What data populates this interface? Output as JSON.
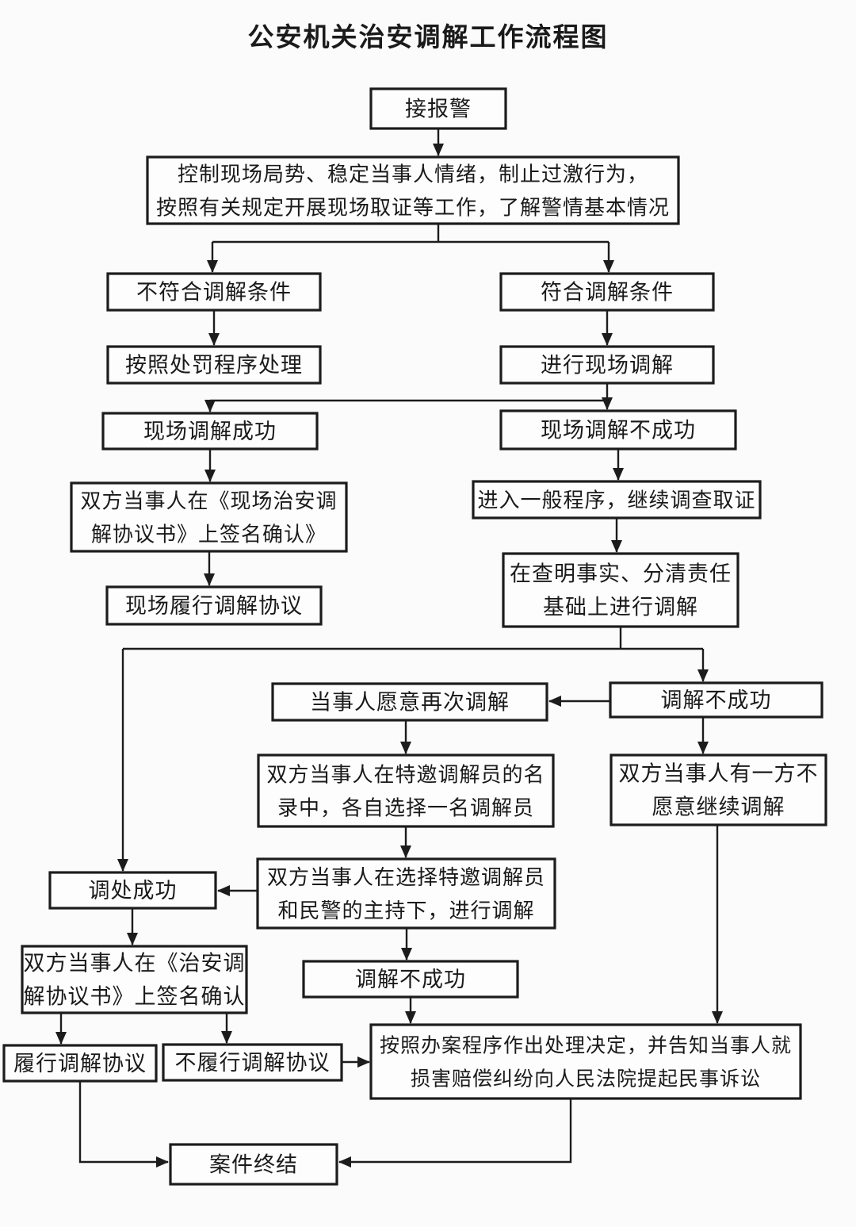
{
  "page": {
    "title": "公安机关治安调解工作流程图"
  },
  "colors": {
    "background": "#fbfbfb",
    "box_fill": "#fdfdfd",
    "box_border": "#1c1c1c",
    "line": "#1c1c1c",
    "text": "#1a1a1a"
  },
  "flowchart": {
    "nodes": [
      {
        "id": "receive-alarm",
        "lines": [
          "接报警"
        ]
      },
      {
        "id": "control-scene",
        "lines": [
          "控制现场局势、稳定当事人情绪，制止过激行为，",
          "按照有关规定开展现场取证等工作，了解警情基本情况"
        ]
      },
      {
        "id": "not-qualified",
        "lines": [
          "不符合调解条件"
        ]
      },
      {
        "id": "qualified",
        "lines": [
          "符合调解条件"
        ]
      },
      {
        "id": "punishment-procedure",
        "lines": [
          "按照处罚程序处理"
        ]
      },
      {
        "id": "onsite-mediation",
        "lines": [
          "进行现场调解"
        ]
      },
      {
        "id": "onsite-success",
        "lines": [
          "现场调解成功"
        ]
      },
      {
        "id": "onsite-fail",
        "lines": [
          "现场调解不成功"
        ]
      },
      {
        "id": "sign-onsite-agreement",
        "lines": [
          "双方当事人在《现场治安调",
          "解协议书》上签名确认》"
        ]
      },
      {
        "id": "general-procedure",
        "lines": [
          "进入一般程序，继续调查取证"
        ]
      },
      {
        "id": "onsite-perform",
        "lines": [
          "现场履行调解协议"
        ]
      },
      {
        "id": "clarify-facts",
        "lines": [
          "在查明事实、分清责任",
          "基础上进行调解"
        ]
      },
      {
        "id": "willing-again",
        "lines": [
          "当事人愿意再次调解"
        ]
      },
      {
        "id": "mediation-fail-1",
        "lines": [
          "调解不成功"
        ]
      },
      {
        "id": "choose-mediator",
        "lines": [
          "双方当事人在特邀调解员的名",
          "录中，各自选择一名调解员"
        ]
      },
      {
        "id": "one-party-unwilling",
        "lines": [
          "双方当事人有一方不",
          "愿意继续调解"
        ]
      },
      {
        "id": "mediate-with-police",
        "lines": [
          "双方当事人在选择特邀调解员",
          "和民警的主持下，进行调解"
        ]
      },
      {
        "id": "mediation-success",
        "lines": [
          "调处成功"
        ]
      },
      {
        "id": "sign-agreement",
        "lines": [
          "双方当事人在《治安调",
          "解协议书》上签名确认"
        ]
      },
      {
        "id": "mediation-fail-2",
        "lines": [
          "调解不成功"
        ]
      },
      {
        "id": "perform-agreement",
        "lines": [
          "履行调解协议"
        ]
      },
      {
        "id": "not-perform-agreement",
        "lines": [
          "不履行调解协议"
        ]
      },
      {
        "id": "case-decision",
        "lines": [
          "按照办案程序作出处理决定，并告知当事人就",
          "损害赔偿纠纷向人民法院提起民事诉讼"
        ]
      },
      {
        "id": "case-closed",
        "lines": [
          "案件终结"
        ]
      }
    ],
    "connections": [
      {
        "from": "receive-alarm",
        "to": "control-scene"
      },
      {
        "from": "control-scene",
        "to": "not-qualified"
      },
      {
        "from": "control-scene",
        "to": "qualified"
      },
      {
        "from": "not-qualified",
        "to": "punishment-procedure"
      },
      {
        "from": "qualified",
        "to": "onsite-mediation"
      },
      {
        "from": "onsite-mediation",
        "to": "onsite-success"
      },
      {
        "from": "onsite-mediation",
        "to": "onsite-fail"
      },
      {
        "from": "onsite-success",
        "to": "sign-onsite-agreement"
      },
      {
        "from": "sign-onsite-agreement",
        "to": "onsite-perform"
      },
      {
        "from": "onsite-fail",
        "to": "general-procedure"
      },
      {
        "from": "general-procedure",
        "to": "clarify-facts"
      },
      {
        "from": "clarify-facts",
        "to": "mediation-fail-1"
      },
      {
        "from": "clarify-facts",
        "to": "mediation-success"
      },
      {
        "from": "mediation-fail-1",
        "to": "willing-again"
      },
      {
        "from": "mediation-fail-1",
        "to": "one-party-unwilling"
      },
      {
        "from": "willing-again",
        "to": "choose-mediator"
      },
      {
        "from": "choose-mediator",
        "to": "mediate-with-police"
      },
      {
        "from": "mediate-with-police",
        "to": "mediation-success"
      },
      {
        "from": "mediate-with-police",
        "to": "mediation-fail-2"
      },
      {
        "from": "mediation-success",
        "to": "sign-agreement"
      },
      {
        "from": "sign-agreement",
        "to": "perform-agreement"
      },
      {
        "from": "sign-agreement",
        "to": "not-perform-agreement"
      },
      {
        "from": "not-perform-agreement",
        "to": "case-decision"
      },
      {
        "from": "mediation-fail-2",
        "to": "case-decision"
      },
      {
        "from": "one-party-unwilling",
        "to": "case-decision"
      },
      {
        "from": "case-decision",
        "to": "case-closed"
      },
      {
        "from": "perform-agreement",
        "to": "case-closed"
      }
    ]
  }
}
